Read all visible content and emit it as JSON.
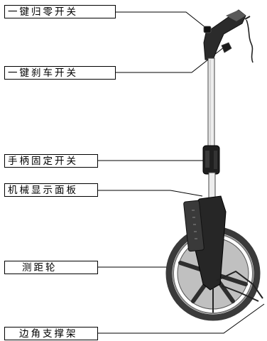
{
  "labels": [
    {
      "text": "一键归零开关"
    },
    {
      "text": "一键刹车开关"
    },
    {
      "text": "手柄固定开关"
    },
    {
      "text": "机械显示面板"
    },
    {
      "text": "测距轮"
    },
    {
      "text": "边角支撑架"
    }
  ],
  "colors": {
    "ink": "#000000",
    "tire": "#3a3a3a",
    "rim": "#8c8c8c",
    "body": "#262626",
    "tube": "#e9e9e9",
    "background": "#ffffff"
  }
}
